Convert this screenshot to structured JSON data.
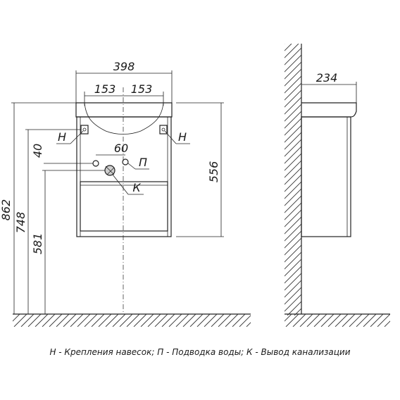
{
  "dimensions": {
    "total_width": "398",
    "half_width_left": "153",
    "half_width_right": "153",
    "depth": "234",
    "height_total": "862",
    "height_748": "748",
    "height_581": "581",
    "cabinet_height": "556",
    "offset_40": "40",
    "offset_60": "60"
  },
  "callouts": {
    "mount_left": "Н",
    "mount_right": "Н",
    "water": "П",
    "drain": "К"
  },
  "legend": "Н - Крепления навесок; П - Подводка воды; К - Вывод канализации"
}
